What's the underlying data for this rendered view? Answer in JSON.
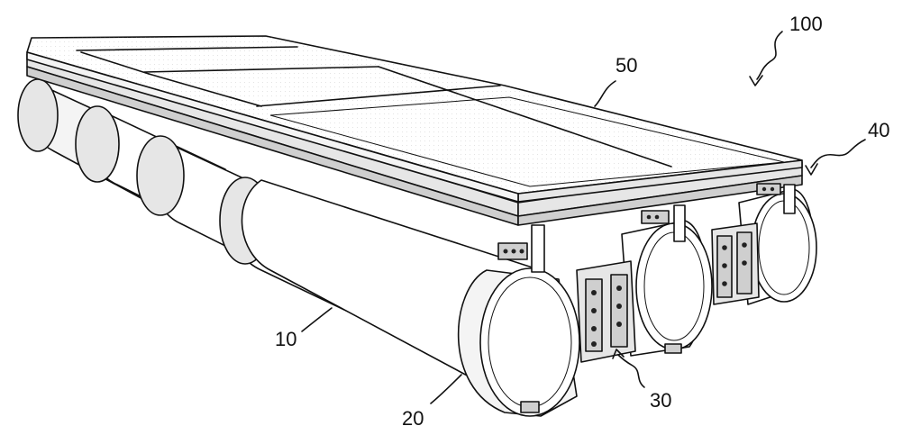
{
  "labels": {
    "assembly": "100",
    "deck": "50",
    "beam": "40",
    "joint": "30",
    "end_cap": "20",
    "pontoon": "10"
  },
  "colors": {
    "ink": "#111111",
    "paper": "#ffffff"
  }
}
